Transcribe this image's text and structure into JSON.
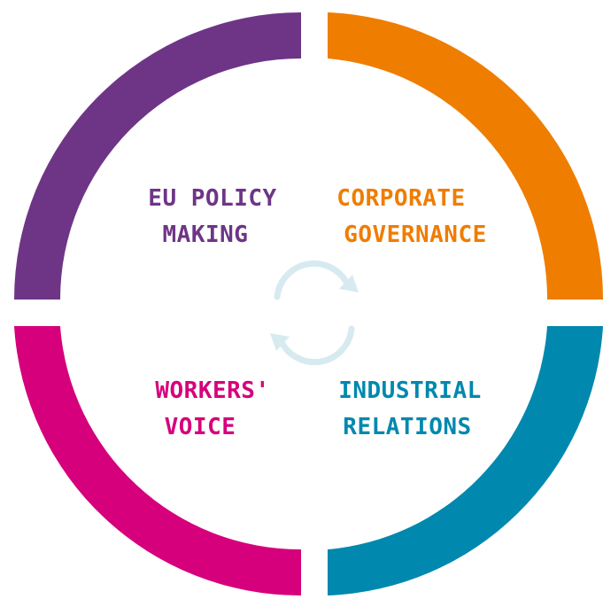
{
  "quadrants": [
    {
      "id": "eu-policy-making",
      "lines": [
        "EU POLICY",
        "MAKING"
      ],
      "color": "#6e3586"
    },
    {
      "id": "corporate-governance",
      "lines": [
        "CORPORATE",
        "GOVERNANCE"
      ],
      "color": "#ef7d00"
    },
    {
      "id": "workers-voice",
      "lines": [
        "WORKERS'",
        "VOICE"
      ],
      "color": "#d6007c"
    },
    {
      "id": "industrial-relations",
      "lines": [
        "INDUSTRIAL",
        "RELATIONS"
      ],
      "color": "#0088ae"
    }
  ],
  "center_icon": {
    "name": "cycle-arrows-icon",
    "color": "#d7eaef"
  }
}
